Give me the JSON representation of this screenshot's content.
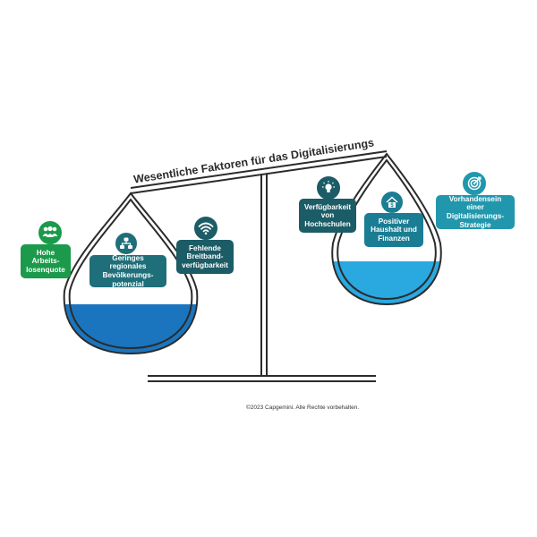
{
  "title": "Wesentliche Faktoren für das Digitalisierungsniveau",
  "copyright": "©2023 Capgemini. Alle Rechte vorbehalten.",
  "colors": {
    "green": "#1a9a4a",
    "teal_dark": "#1e6f7a",
    "teal_darker": "#1b5c66",
    "teal_mid": "#1b7d93",
    "teal_light": "#2197ad",
    "water_left": "#1b75be",
    "water_right": "#2aa8e0",
    "outline": "#2b2b2b"
  },
  "left_pan": {
    "factors": [
      {
        "label": "Hohe\nArbeits-\nlosenquote",
        "icon": "people-group-icon",
        "color": "#1a9a4a"
      },
      {
        "label": "Geringes regionales\nBevölkerungs-\npotenzial",
        "icon": "population-network-icon",
        "color": "#1e6f7a"
      },
      {
        "label": "Fehlende\nBreitband-\nverfügbarkeit",
        "icon": "wifi-icon",
        "color": "#1b5c66"
      }
    ]
  },
  "right_pan": {
    "factors": [
      {
        "label": "Verfügbarkeit\nvon\nHochschulen",
        "icon": "lightbulb-icon",
        "color": "#1b5c66"
      },
      {
        "label": "Positiver\nHaushalt und\nFinanzen",
        "icon": "house-money-icon",
        "color": "#1b7d93"
      },
      {
        "label": "Vorhandensein einer\nDigitalisierungs-\nStrategie",
        "icon": "target-icon",
        "color": "#2197ad"
      }
    ]
  }
}
